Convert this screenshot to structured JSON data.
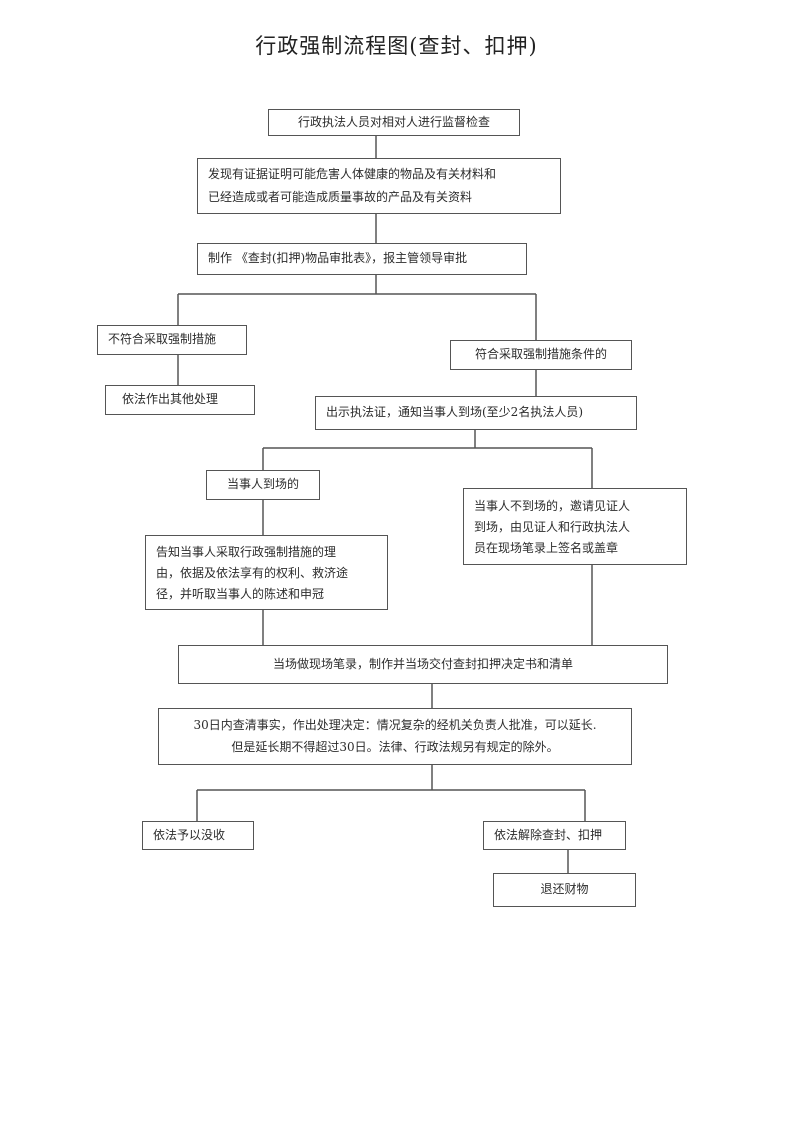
{
  "title": "行政强制流程图(查封、扣押)",
  "nodes": {
    "inspect": "行政执法人员对相对人进行监督检查",
    "evidence": [
      "发现有证据证明可能危害人体健康的物品及有关材料和",
      "已经造成或者可能造成质量事故的产品及有关资料"
    ],
    "approval": "制作 《查封(扣押)物品审批表》，报主管领导审批",
    "not_qualified": "不符合采取强制措施",
    "other_handling": "依法作出其他处理",
    "qualified": "符合采取强制措施条件的",
    "show_cert": "出示执法证，通知当事人到场(至少2名执法人员)",
    "party_present": "当事人到场的",
    "party_absent": [
      "当事人不到场的，邀请见证人",
      "到场，由见证人和行政执法人",
      "员在现场笔录上签名或盖章"
    ],
    "inform": [
      "告知当事人采取行政强制措施的理",
      "由，依据及依法享有的权利、救济途",
      "径，并听取当事人的陈述和申冠"
    ],
    "record": "当场做现场笔录，制作并当场交付查封扣押决定书和清单",
    "decision": [
      "30日内查清事实，作出处理决定：情况复杂的经机关负责人批准，可以延长.",
      "但是延长期不得超过30日。法律、行政法规另有规定的除外。"
    ],
    "confiscate": "依法予以没收",
    "release": "依法解除查封、扣押",
    "return": "退还财物"
  }
}
